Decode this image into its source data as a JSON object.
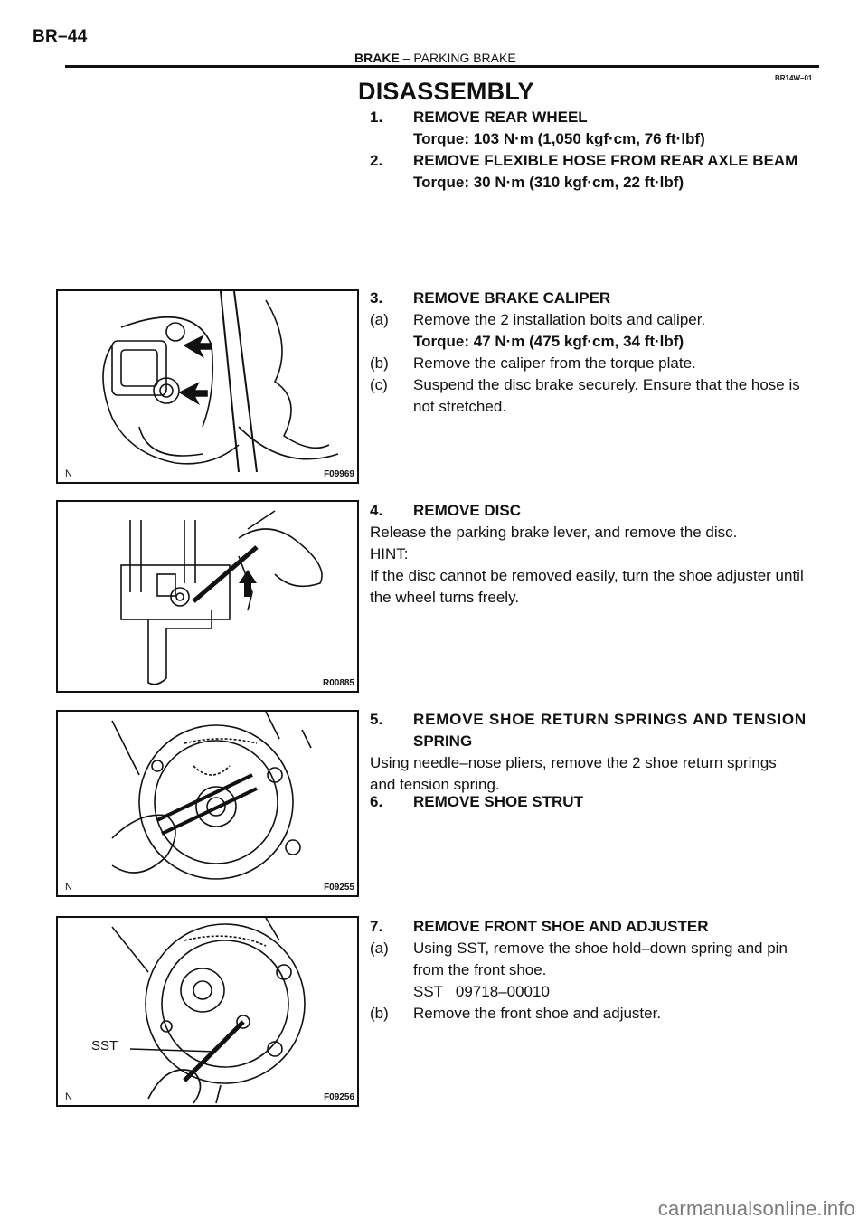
{
  "header": {
    "page_number": "BR–44",
    "section": "BRAKE",
    "dash": "–",
    "subsection": "PARKING BRAKE",
    "doc_code": "BR14W–01"
  },
  "title": "DISASSEMBLY",
  "steps": [
    {
      "num": "1.",
      "heading": "REMOVE REAR WHEEL",
      "torque": "Torque: 103 N·m (1,050 kgf·cm, 76 ft·lbf)"
    },
    {
      "num": "2.",
      "heading": "REMOVE FLEXIBLE HOSE FROM REAR AXLE BEAM",
      "torque": "Torque: 30 N·m (310 kgf·cm, 22 ft·lbf)"
    },
    {
      "num": "3.",
      "heading": "REMOVE BRAKE CALIPER",
      "substeps": [
        {
          "label": "(a)",
          "text": "Remove the 2 installation bolts and caliper.",
          "torque": "Torque: 47 N·m (475 kgf·cm, 34 ft·lbf)"
        },
        {
          "label": "(b)",
          "text": "Remove the caliper from the torque plate."
        },
        {
          "label": "(c)",
          "text_lines": [
            "Suspend the disc brake securely. Ensure that the hose is",
            "not stretched."
          ]
        }
      ]
    },
    {
      "num": "4.",
      "heading": "REMOVE DISC",
      "body": "Release the parking brake lever, and remove the disc.",
      "hint_label": "HINT:",
      "hint_lines": [
        "If the disc cannot be removed easily, turn the shoe adjuster until",
        "the wheel turns freely."
      ]
    },
    {
      "num": "5.",
      "heading_lines": [
        "REMOVE SHOE RETURN SPRINGS AND TENSION",
        "SPRING"
      ],
      "body_lines": [
        "Using needle–nose pliers, remove the 2 shoe return springs",
        "and tension spring."
      ]
    },
    {
      "num": "6.",
      "heading": "REMOVE SHOE STRUT"
    },
    {
      "num": "7.",
      "heading": "REMOVE FRONT SHOE AND ADJUSTER",
      "substeps": [
        {
          "label": "(a)",
          "text_lines": [
            "Using SST, remove the shoe hold–down spring and pin",
            "from the front shoe."
          ],
          "sst": "SST   09718–00010"
        },
        {
          "label": "(b)",
          "text": "Remove the front shoe and adjuster."
        }
      ]
    }
  ],
  "figures": [
    {
      "code": "F09969",
      "corner": "N"
    },
    {
      "code": "R00885"
    },
    {
      "code": "F09255",
      "corner": "N"
    },
    {
      "code": "F09256",
      "corner": "N",
      "callout": "SST"
    }
  ],
  "watermark": "carmanualsonline.info",
  "colors": {
    "ink": "#111111",
    "paper": "#ffffff",
    "watermark": "#7a7a7a"
  }
}
